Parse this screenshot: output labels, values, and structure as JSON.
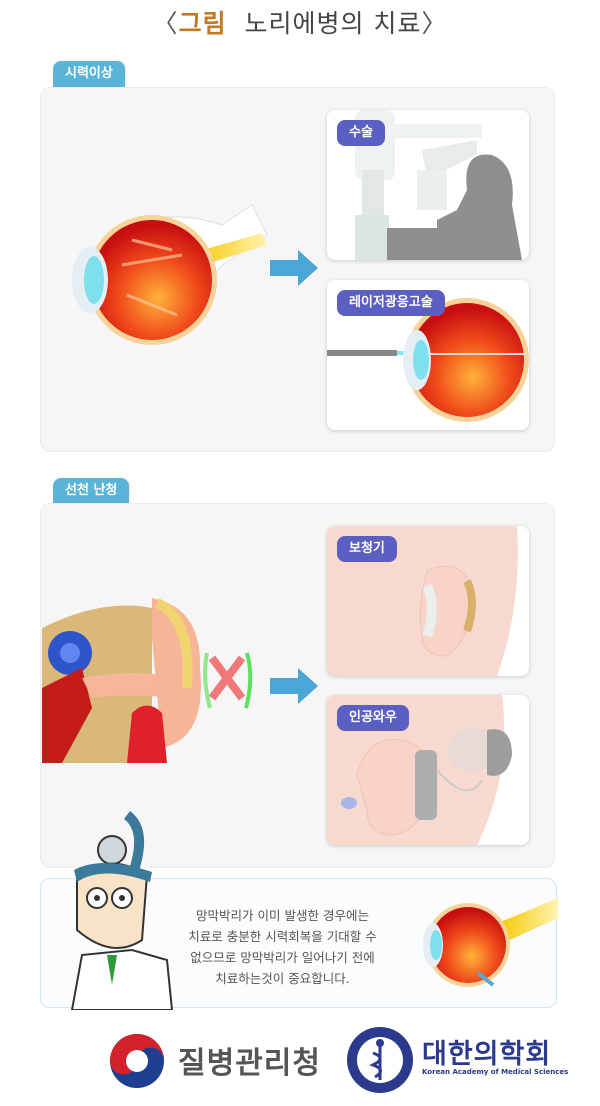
{
  "title": {
    "bracket_open": "〈",
    "prefix": "그림",
    "text": "노리에병의 치료",
    "bracket_close": "〉"
  },
  "sections": [
    {
      "tab_label": "시력이상",
      "illustration": "eye-cross-section",
      "treatments": [
        {
          "label": "수술",
          "illustration": "surgical-microscope"
        },
        {
          "label": "레이저광응고술",
          "illustration": "laser-photocoagulation-eye"
        }
      ]
    },
    {
      "tab_label": "선천 난청",
      "illustration": "ear-cross-section-with-blocked-sound",
      "treatments": [
        {
          "label": "보청기",
          "illustration": "hearing-aid-ear"
        },
        {
          "label": "인공와우",
          "illustration": "cochlear-implant-ear"
        }
      ]
    }
  ],
  "note": {
    "character": "doctor-cartoon",
    "lines": [
      "망막박리가 이미 발생한 경우에는",
      "치료로 충분한 시력회복을 기대할 수",
      "없으므로 망막박리가 일어나기 전에",
      "치료하는것이 중요합니다."
    ],
    "illustration": "retinal-detachment-eye"
  },
  "footer": {
    "org1_name": "질병관리청",
    "org2_name": "대한의학회",
    "org2_subtitle": "Korean Academy of Medical Sciences"
  },
  "colors": {
    "tab": "#5ab4d8",
    "card_label": "#5c5fc2",
    "title_accent": "#c07a26",
    "arrow": "#4aa6d4",
    "org2_blue": "#2b3a8c"
  }
}
